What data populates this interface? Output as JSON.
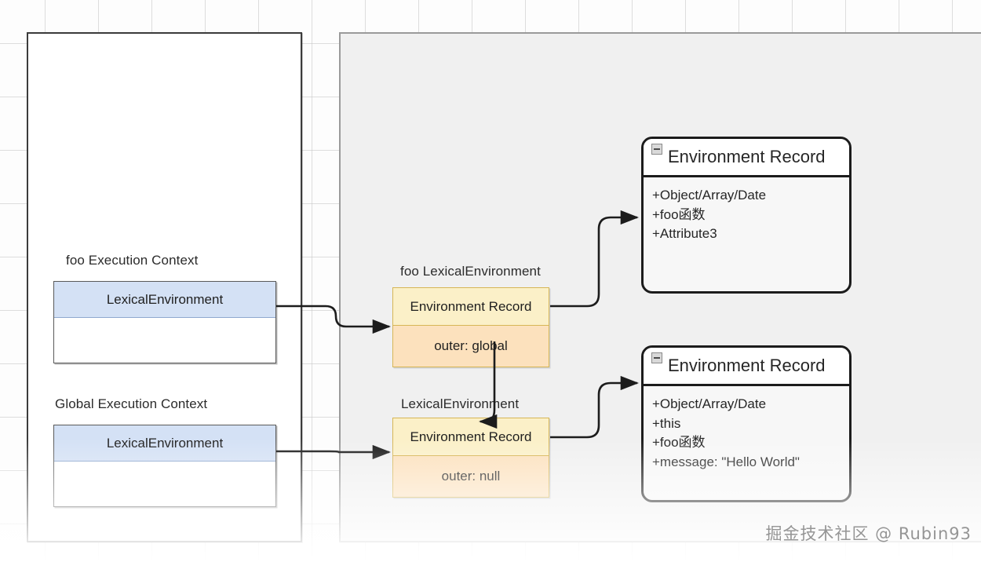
{
  "diagram": {
    "title": "JavaScript Execution Context and Lexical Environment diagram",
    "watermark": "掘金技术社区 @ Rubin93",
    "colors": {
      "blue_header": "#d4e1f5",
      "orange_header": "#fbf0c8",
      "orange_body": "#fce1bd",
      "panel_gray": "#f0f0f0",
      "stroke_dark": "#1c1c1c",
      "stroke_orange": "#d6b656"
    }
  },
  "left_panel": {
    "contexts": [
      {
        "caption": "foo Execution Context",
        "header": "LexicalEnvironment",
        "body": ""
      },
      {
        "caption": "Global Execution Context",
        "header": "LexicalEnvironment",
        "body": ""
      }
    ]
  },
  "middle": {
    "lexical_environments": [
      {
        "caption": "foo LexicalEnvironment",
        "header": "Environment Record",
        "outer": "outer: global"
      },
      {
        "caption": "LexicalEnvironment",
        "header": "Environment Record",
        "outer": "outer: null"
      }
    ]
  },
  "right_panel": {
    "records": [
      {
        "title": "Environment Record",
        "icon": "collapse-minus-icon",
        "attributes": [
          "+Object/Array/Date",
          "+foo函数",
          "+Attribute3"
        ]
      },
      {
        "title": "Environment Record",
        "icon": "collapse-minus-icon",
        "attributes": [
          "+Object/Array/Date",
          "+this",
          "+foo函数",
          "+message: \"Hello World\""
        ]
      }
    ]
  }
}
